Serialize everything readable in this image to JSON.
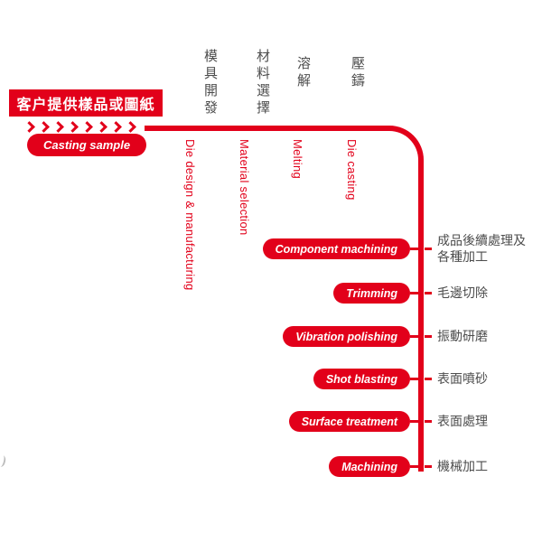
{
  "colors": {
    "red": "#e2001a",
    "zh_text": "#4d4d4d",
    "pill_text": "#ffffff"
  },
  "icons": {
    "arrow_chevrons": "chevron-right-repeat"
  },
  "header": {
    "banner_zh": "客户提供樣品或圖紙",
    "start_label": "Casting sample"
  },
  "top_stages": [
    {
      "zh": "模具開發",
      "en": "Die design & manufacturing"
    },
    {
      "zh": "材料選擇",
      "en": "Material selection"
    },
    {
      "zh": "溶解",
      "en": "Melting"
    },
    {
      "zh": "壓鑄",
      "en": "Die casting"
    }
  ],
  "right_stages": [
    {
      "en": "Component machining",
      "zh": "成品後續處理及\n各種加工"
    },
    {
      "en": "Trimming",
      "zh": "毛邊切除"
    },
    {
      "en": "Vibration polishing",
      "zh": "振動研磨"
    },
    {
      "en": "Shot blasting",
      "zh": "表面噴砂"
    },
    {
      "en": "Surface treatment",
      "zh": "表面處理"
    },
    {
      "en": "Machining",
      "zh": "機械加工"
    }
  ]
}
